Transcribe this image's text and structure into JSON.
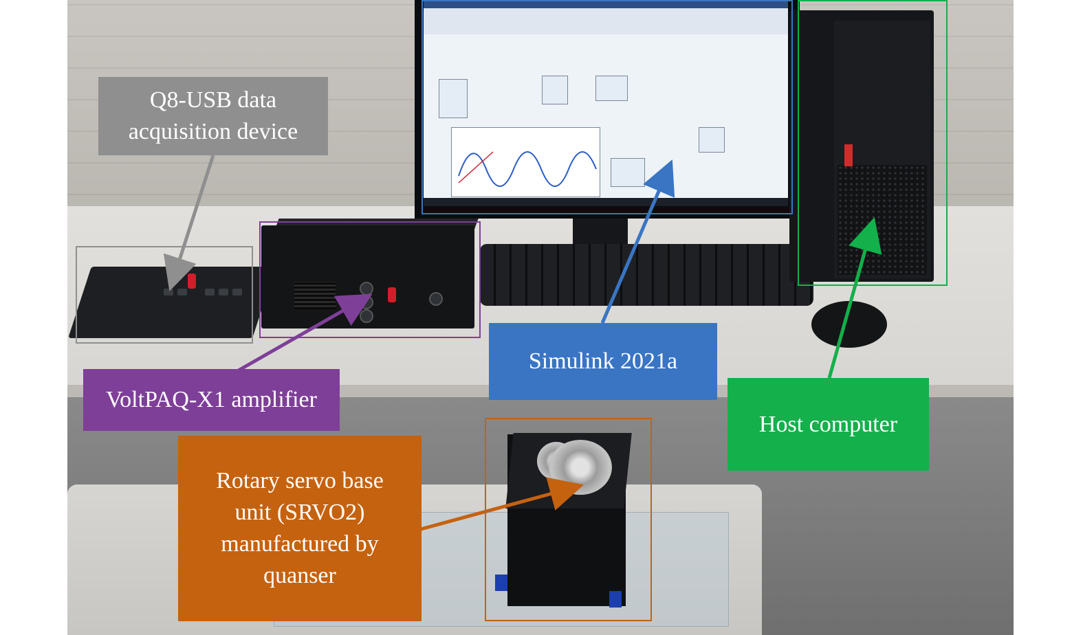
{
  "labels": {
    "q8": "Q8-USB data\nacquisition device",
    "voltpaq": "VoltPAQ-X1 amplifier",
    "simulink": "Simulink 2021a",
    "host": "Host computer",
    "servo": "Rotary servo base\nunit (SRVO2)\nmanufactured by\nquanser"
  },
  "colors": {
    "gray": "#8f8f8f",
    "purple": "#7e3f98",
    "blue": "#3a75c4",
    "green": "#13b04b",
    "orange": "#c5620f"
  }
}
